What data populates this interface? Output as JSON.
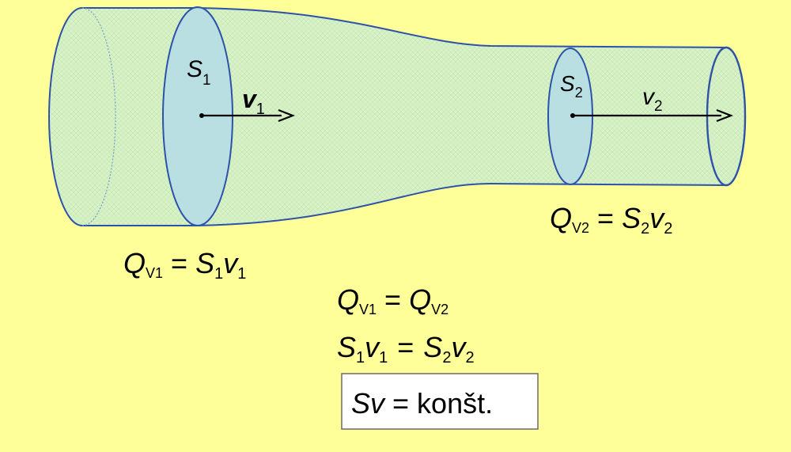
{
  "colors": {
    "background": "#FFFF99",
    "tube_fill": "#D8F2C8",
    "tube_outline": "#2E52A8",
    "section_fill": "#B4DCE6",
    "arrow": "#000000"
  },
  "icons": [
    "pipe-tube",
    "cross-section-ellipse",
    "velocity-arrow"
  ],
  "labels": {
    "s1": {
      "main": "S",
      "sub": "1"
    },
    "v1": {
      "main": "v",
      "sub": "1"
    },
    "s2": {
      "main": "S",
      "sub": "2"
    },
    "v2": {
      "main": "v",
      "sub": "2"
    }
  },
  "equations": {
    "qv2": {
      "lhs": "Q",
      "lhs_sub": "V2",
      "eq": "=",
      "a": "S",
      "a_sub": "2",
      "b": "v",
      "b_sub": "2"
    },
    "qv1": {
      "lhs": "Q",
      "lhs_sub": "V1",
      "eq": "=",
      "a": "S",
      "a_sub": "1",
      "b": "v",
      "b_sub": "1"
    },
    "qv_equal": {
      "lhs": "Q",
      "lhs_sub": "V1",
      "eq": "=",
      "rhs": "Q",
      "rhs_sub": "V2"
    },
    "sv_equal": {
      "a": "S",
      "a_sub": "1",
      "b": "v",
      "b_sub": "1",
      "eq": "=",
      "c": "S",
      "c_sub": "2",
      "d": "v",
      "d_sub": "2"
    },
    "constant": {
      "lhs": "Sv",
      "eq": "=",
      "rhs": "konšt."
    }
  }
}
